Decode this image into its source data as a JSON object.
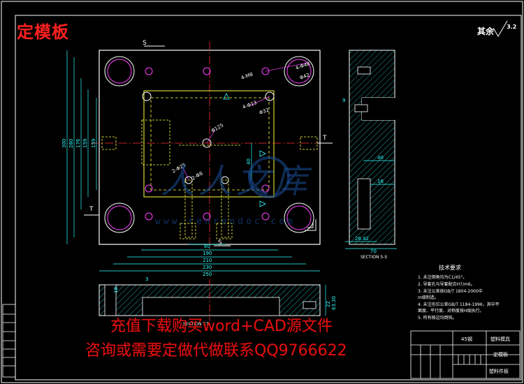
{
  "drawing": {
    "title": "定模板",
    "roughness_label": "其余",
    "roughness_value": "3.2",
    "section_labels": {
      "main_top": "S",
      "main_right": "T",
      "main_left": "T",
      "main_bottom": "S",
      "side": "SECTION S-S",
      "bottom": "SECTION T-T"
    },
    "dims": {
      "w60": "60",
      "w190": "190",
      "w210": "210",
      "w230": "230",
      "w250": "250",
      "h300": "300",
      "h280": "280",
      "h176": "176",
      "h159": "159",
      "h159b": "159",
      "d40": "40",
      "d2634": "26.42",
      "d70": "70",
      "d40b": "40",
      "d9": "9",
      "d16": "16",
      "d18": "18",
      "d22": "22",
      "d3": "3",
      "d6330": "63.30",
      "c_m8": "4-M8",
      "c_48": "4-Φ48",
      "c_42": "Φ42",
      "c_13": "4-Φ13",
      "c_125": "Φ125",
      "c_25": "2-Φ25",
      "c_8": "2-Φ8",
      "c_32": "Φ32"
    },
    "tech_notes_title": "技术要求",
    "tech_notes": [
      "1. 未注倒角均为C1/45°。",
      "2. 导套孔与导套配合H7/m6。",
      "3. 未注公差按GB/T 1804-2000中",
      "   m级制造。",
      "4. 未注形位公差GB/T 1184-1996，其中平",
      "   面度、平行度、对称度按H级执行。",
      "5. 所有棱边均倒钝。"
    ],
    "titleblock": {
      "c1": "45钢",
      "c2": "塑料模具",
      "c3": "定模板",
      "c4": "塑料件板"
    },
    "watermark": "人人文库",
    "watermark_url": "www.renrendoc.com"
  },
  "promo": {
    "line1": "充值下载购买word+CAD源文件",
    "line2": "咨询或需要定做代做联系QQ9766622"
  }
}
